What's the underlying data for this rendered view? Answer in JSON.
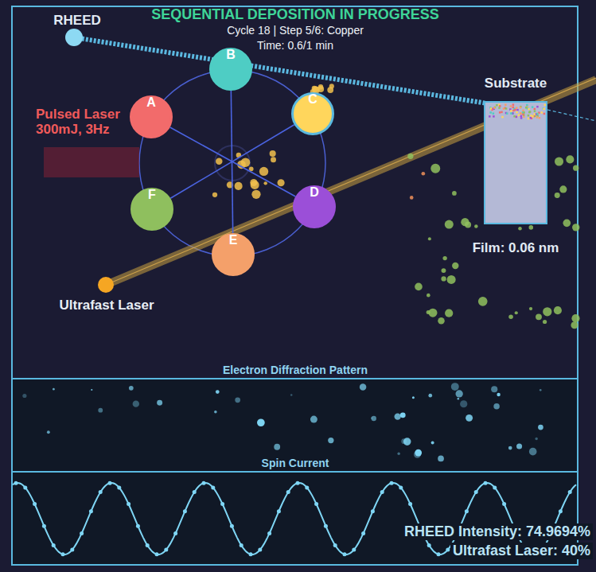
{
  "diagram": {
    "title": "SEQUENTIAL DEPOSITION IN PROGRESS",
    "nodes": [
      {
        "text": [
          "A"
        ]
      },
      {
        "text": [
          "B"
        ]
      },
      {
        "text": [
          "C"
        ]
      },
      {
        "text": [
          "D"
        ]
      },
      {
        "text": [
          "E"
        ]
      },
      {
        "text": [
          "F"
        ]
      },
      {
        "text": [
          "Substrate",
          "Film: 0.06 nm"
        ]
      }
    ],
    "edges": [
      {
        "from": 0,
        "to": 3,
        "arrow": "none"
      },
      {
        "from": 1,
        "to": 4,
        "arrow": "none"
      },
      {
        "from": 5,
        "to": 2,
        "arrow": "none"
      }
    ],
    "labels": [
      "Cycle 18 | Step 5/6: Copper",
      "Time: 0.6/1 min",
      "RHEED",
      "Pulsed Laser",
      "300mJ, 3Hz",
      "Ultrafast Laser",
      "Electron Diffraction Pattern",
      "Spin Current",
      "RHEED Intensity: 74.9694%",
      "Ultrafast Laser: 40%"
    ]
  }
}
